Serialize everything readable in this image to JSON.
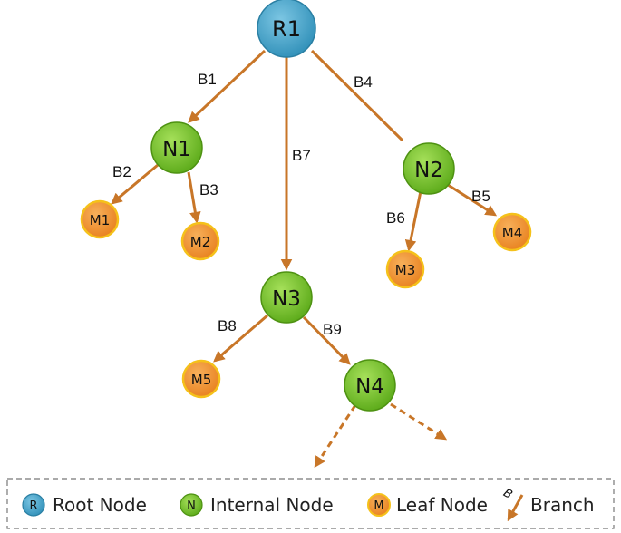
{
  "colors": {
    "edge": "#c87628",
    "root_fill": "#3e9fc4",
    "root_stroke": "#2a7fa3",
    "internal_fill": "#6ab821",
    "internal_stroke": "#4e9212",
    "leaf_fill": "#f0902a",
    "leaf_stroke": "#f5c11a",
    "legend_border": "#777777"
  },
  "nodes": {
    "R1": "R1",
    "N1": "N1",
    "N2": "N2",
    "N3": "N3",
    "N4": "N4",
    "M1": "M1",
    "M2": "M2",
    "M3": "M3",
    "M4": "M4",
    "M5": "M5"
  },
  "edges": {
    "B1": "B1",
    "B2": "B2",
    "B3": "B3",
    "B4": "B4",
    "B5": "B5",
    "B6": "B6",
    "B7": "B7",
    "B8": "B8",
    "B9": "B9"
  },
  "legend": {
    "root_symbol": "R",
    "root_label": "Root Node",
    "internal_symbol": "N",
    "internal_label": "Internal Node",
    "leaf_symbol": "M",
    "leaf_label": "Leaf Node",
    "branch_symbol": "B",
    "branch_label": "Branch"
  }
}
